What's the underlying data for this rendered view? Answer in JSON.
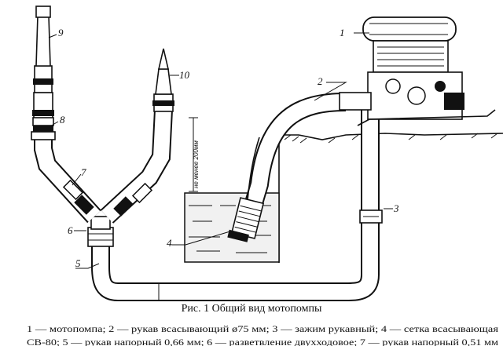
{
  "labels": {
    "n1": "1",
    "n2": "2",
    "n3": "3",
    "n4": "4",
    "n5": "5",
    "n6": "6",
    "n7": "7",
    "n8": "8",
    "n9": "9",
    "n10": "10"
  },
  "depth_note": "не менее 200мм",
  "caption": {
    "title": "Рис. 1 Общий вид мотопомпы",
    "line1": "1 — мотопомпа; 2 — рукав всасывающий ø75 мм; 3 — зажим рукавный; 4 — сетка всасывающая",
    "line2": "СВ-80; 5 — рукав напорный 0,66 мм; 6 — разветвление двухходовое; 7 — рукав напорный 0,51 мм"
  }
}
